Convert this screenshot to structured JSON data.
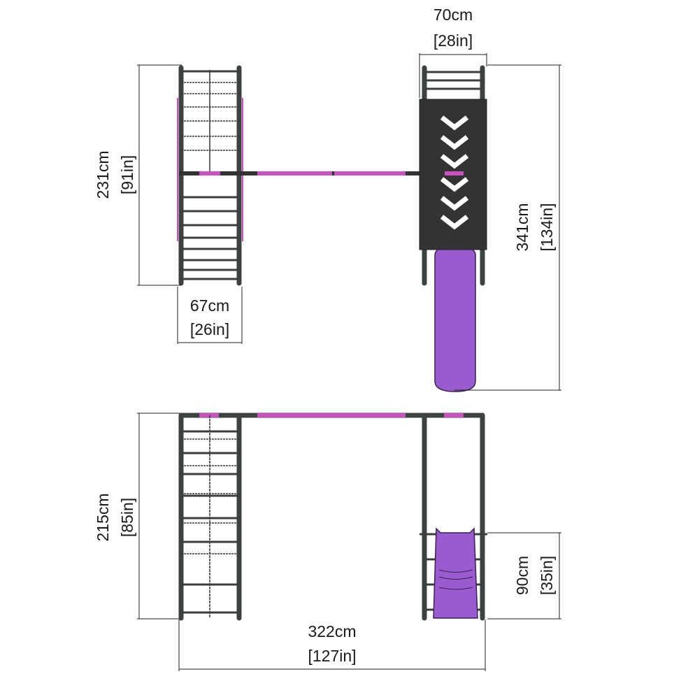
{
  "title": "Playground frame dimensions",
  "colors": {
    "frame": "#3c4240",
    "accent_bar": "#c850c0",
    "slide": "#9a5ad0",
    "platform": "#333333"
  },
  "top_view": {
    "platform_width": {
      "cm": "70cm",
      "in": "[28in]"
    },
    "ladder_length": {
      "cm": "231cm",
      "in": "[91in]"
    },
    "ladder_width": {
      "cm": "67cm",
      "in": "[26in]"
    },
    "total_depth": {
      "cm": "341cm",
      "in": "[134in]"
    }
  },
  "side_view": {
    "height": {
      "cm": "215cm",
      "in": "[85in]"
    },
    "platform_height": {
      "cm": "90cm",
      "in": "[35in]"
    },
    "total_length": {
      "cm": "322cm",
      "in": "[127in]"
    }
  }
}
